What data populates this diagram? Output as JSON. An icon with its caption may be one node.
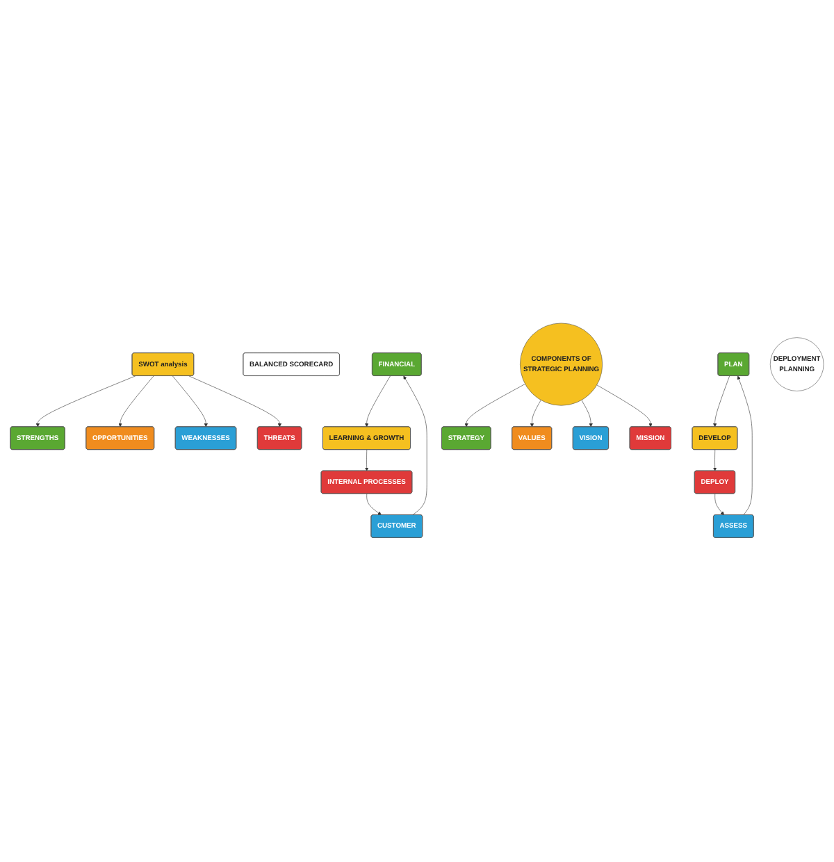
{
  "diagram": {
    "nodes": [
      {
        "text": [
          "FINANCIAL"
        ]
      },
      {
        "text": [
          "LEARNING & GROWTH"
        ]
      },
      {
        "text": [
          "INTERNAL PROCESSES"
        ]
      },
      {
        "text": [
          "CUSTOMER"
        ]
      },
      {
        "text": [
          "BALANCED SCORECARD"
        ]
      },
      {
        "text": [
          "STRENGTHS"
        ]
      },
      {
        "text": [
          "OPPORTUNITIES"
        ]
      },
      {
        "text": [
          "WEAKNESSES"
        ]
      },
      {
        "text": [
          "THREATS"
        ]
      },
      {
        "text": [
          "SWOT analysis"
        ]
      },
      {
        "text": [
          "STRATEGY"
        ]
      },
      {
        "text": [
          "VALUES"
        ]
      },
      {
        "text": [
          "VISION"
        ]
      },
      {
        "text": [
          "MISSION"
        ]
      },
      {
        "text": [
          "COMPONENTS OF",
          "STRATEGIC PLANNING"
        ]
      },
      {
        "text": [
          "PLAN"
        ]
      },
      {
        "text": [
          "DEVELOP"
        ]
      },
      {
        "text": [
          "DEPLOY"
        ]
      },
      {
        "text": [
          "ASSESS"
        ]
      },
      {
        "text": [
          "DEPLOYMENT",
          "PLANNING"
        ]
      }
    ],
    "edges": [
      {
        "from": 0,
        "to": 1,
        "arrow": "to"
      },
      {
        "from": 1,
        "to": 2,
        "arrow": "to"
      },
      {
        "from": 2,
        "to": 3,
        "arrow": "to"
      },
      {
        "from": 3,
        "to": 0,
        "arrow": "to"
      },
      {
        "from": 9,
        "to": 5,
        "arrow": "to"
      },
      {
        "from": 9,
        "to": 6,
        "arrow": "to"
      },
      {
        "from": 9,
        "to": 7,
        "arrow": "to"
      },
      {
        "from": 9,
        "to": 8,
        "arrow": "to"
      },
      {
        "from": 14,
        "to": 10,
        "arrow": "to"
      },
      {
        "from": 14,
        "to": 11,
        "arrow": "to"
      },
      {
        "from": 14,
        "to": 12,
        "arrow": "to"
      },
      {
        "from": 14,
        "to": 13,
        "arrow": "to"
      },
      {
        "from": 15,
        "to": 16,
        "arrow": "to"
      },
      {
        "from": 16,
        "to": 17,
        "arrow": "to"
      },
      {
        "from": 17,
        "to": 18,
        "arrow": "to"
      },
      {
        "from": 18,
        "to": 15,
        "arrow": "to"
      }
    ]
  }
}
